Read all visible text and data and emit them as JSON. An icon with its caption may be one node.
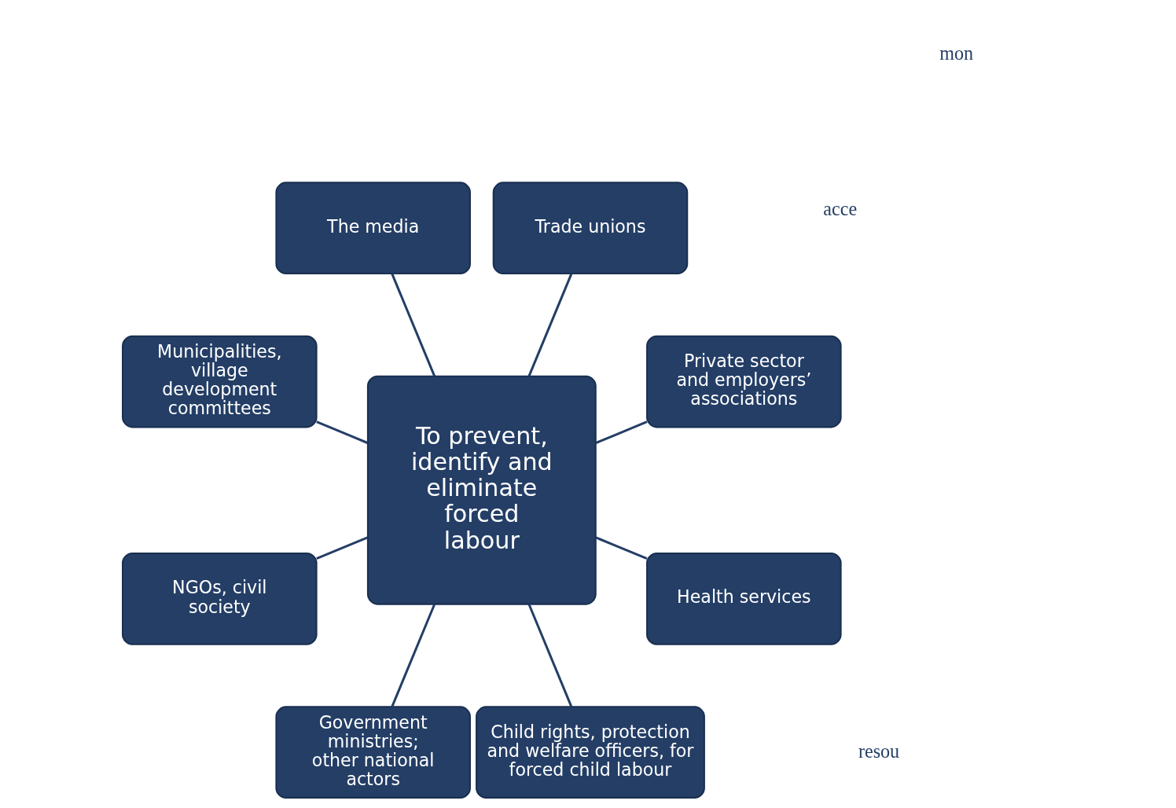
{
  "diagram": {
    "nodes": [
      {
        "text": [
          "To prevent, identify and eliminate forced labour"
        ]
      },
      {
        "text": [
          "Private sector and employers’ associations"
        ]
      },
      {
        "text": [
          "Trade unions"
        ]
      },
      {
        "text": [
          "The media"
        ]
      },
      {
        "text": [
          "Municipalities, village development committees"
        ]
      },
      {
        "text": [
          "NGOs, civil society"
        ]
      },
      {
        "text": [
          "Government ministries; other national actors"
        ]
      },
      {
        "text": [
          "Child rights, protection and welfare officers, for forced child labour"
        ]
      },
      {
        "text": [
          "Health services"
        ]
      }
    ],
    "edges": [
      {
        "from": 0,
        "to": 1,
        "arrow": "none"
      },
      {
        "from": 0,
        "to": 2,
        "arrow": "none"
      },
      {
        "from": 0,
        "to": 3,
        "arrow": "none"
      },
      {
        "from": 0,
        "to": 4,
        "arrow": "none"
      },
      {
        "from": 0,
        "to": 5,
        "arrow": "none"
      },
      {
        "from": 0,
        "to": 6,
        "arrow": "none"
      },
      {
        "from": 0,
        "to": 7,
        "arrow": "none"
      },
      {
        "from": 0,
        "to": 8,
        "arrow": "none"
      }
    ],
    "labels": [
      "acce",
      "resou",
      "mon"
    ]
  }
}
